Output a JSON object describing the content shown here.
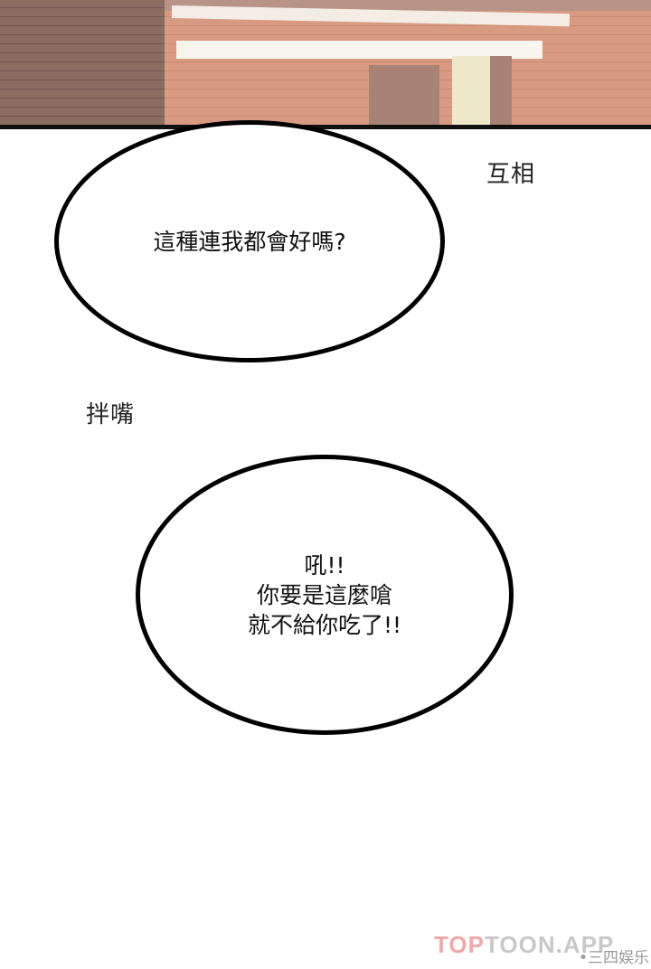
{
  "bubbles": [
    {
      "lines": [
        "這種連我都會好嗎?"
      ]
    },
    {
      "lines": [
        "吼!!",
        "你要是這麼嗆",
        "就不給你吃了!!"
      ]
    }
  ],
  "sfx": [
    "互相",
    "拌嘴"
  ],
  "watermark": {
    "brand_a": "TOP",
    "brand_b": "TOON",
    "suffix": ".APP",
    "site": "•三四娱乐"
  }
}
